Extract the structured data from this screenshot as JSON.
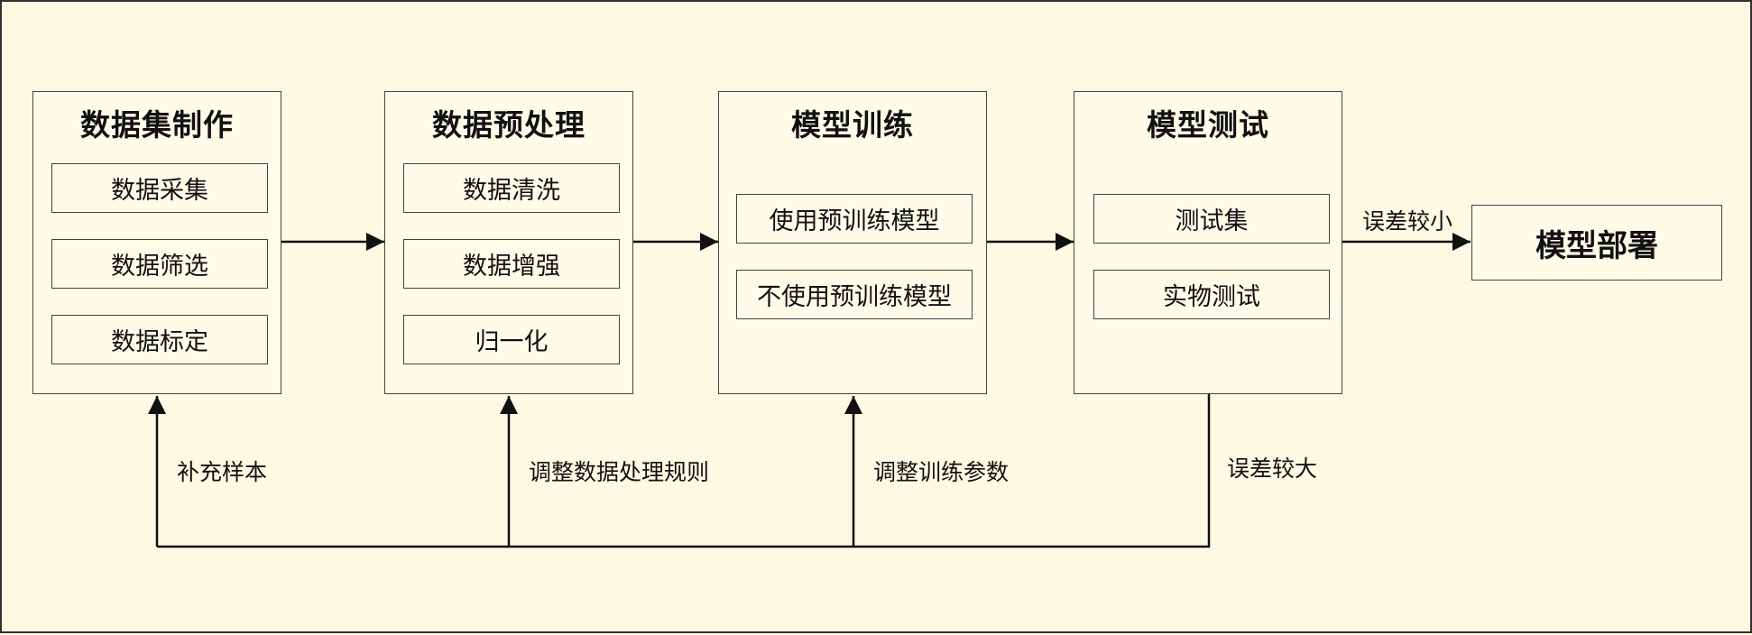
{
  "stages": [
    {
      "title": "数据集制作",
      "steps": [
        "数据采集",
        "数据筛选",
        "数据标定"
      ]
    },
    {
      "title": "数据预处理",
      "steps": [
        "数据清洗",
        "数据增强",
        "归一化"
      ]
    },
    {
      "title": "模型训练",
      "steps": [
        "使用预训练模型",
        "不使用预训练模型"
      ]
    },
    {
      "title": "模型测试",
      "steps": [
        "测试集",
        "实物测试"
      ]
    }
  ],
  "deploy": {
    "title": "模型部署"
  },
  "labels": {
    "small_error": "误差较小",
    "large_error": "误差较大",
    "add_samples": "补充样本",
    "adjust_rules": "调整数据处理规则",
    "adjust_params": "调整训练参数"
  }
}
